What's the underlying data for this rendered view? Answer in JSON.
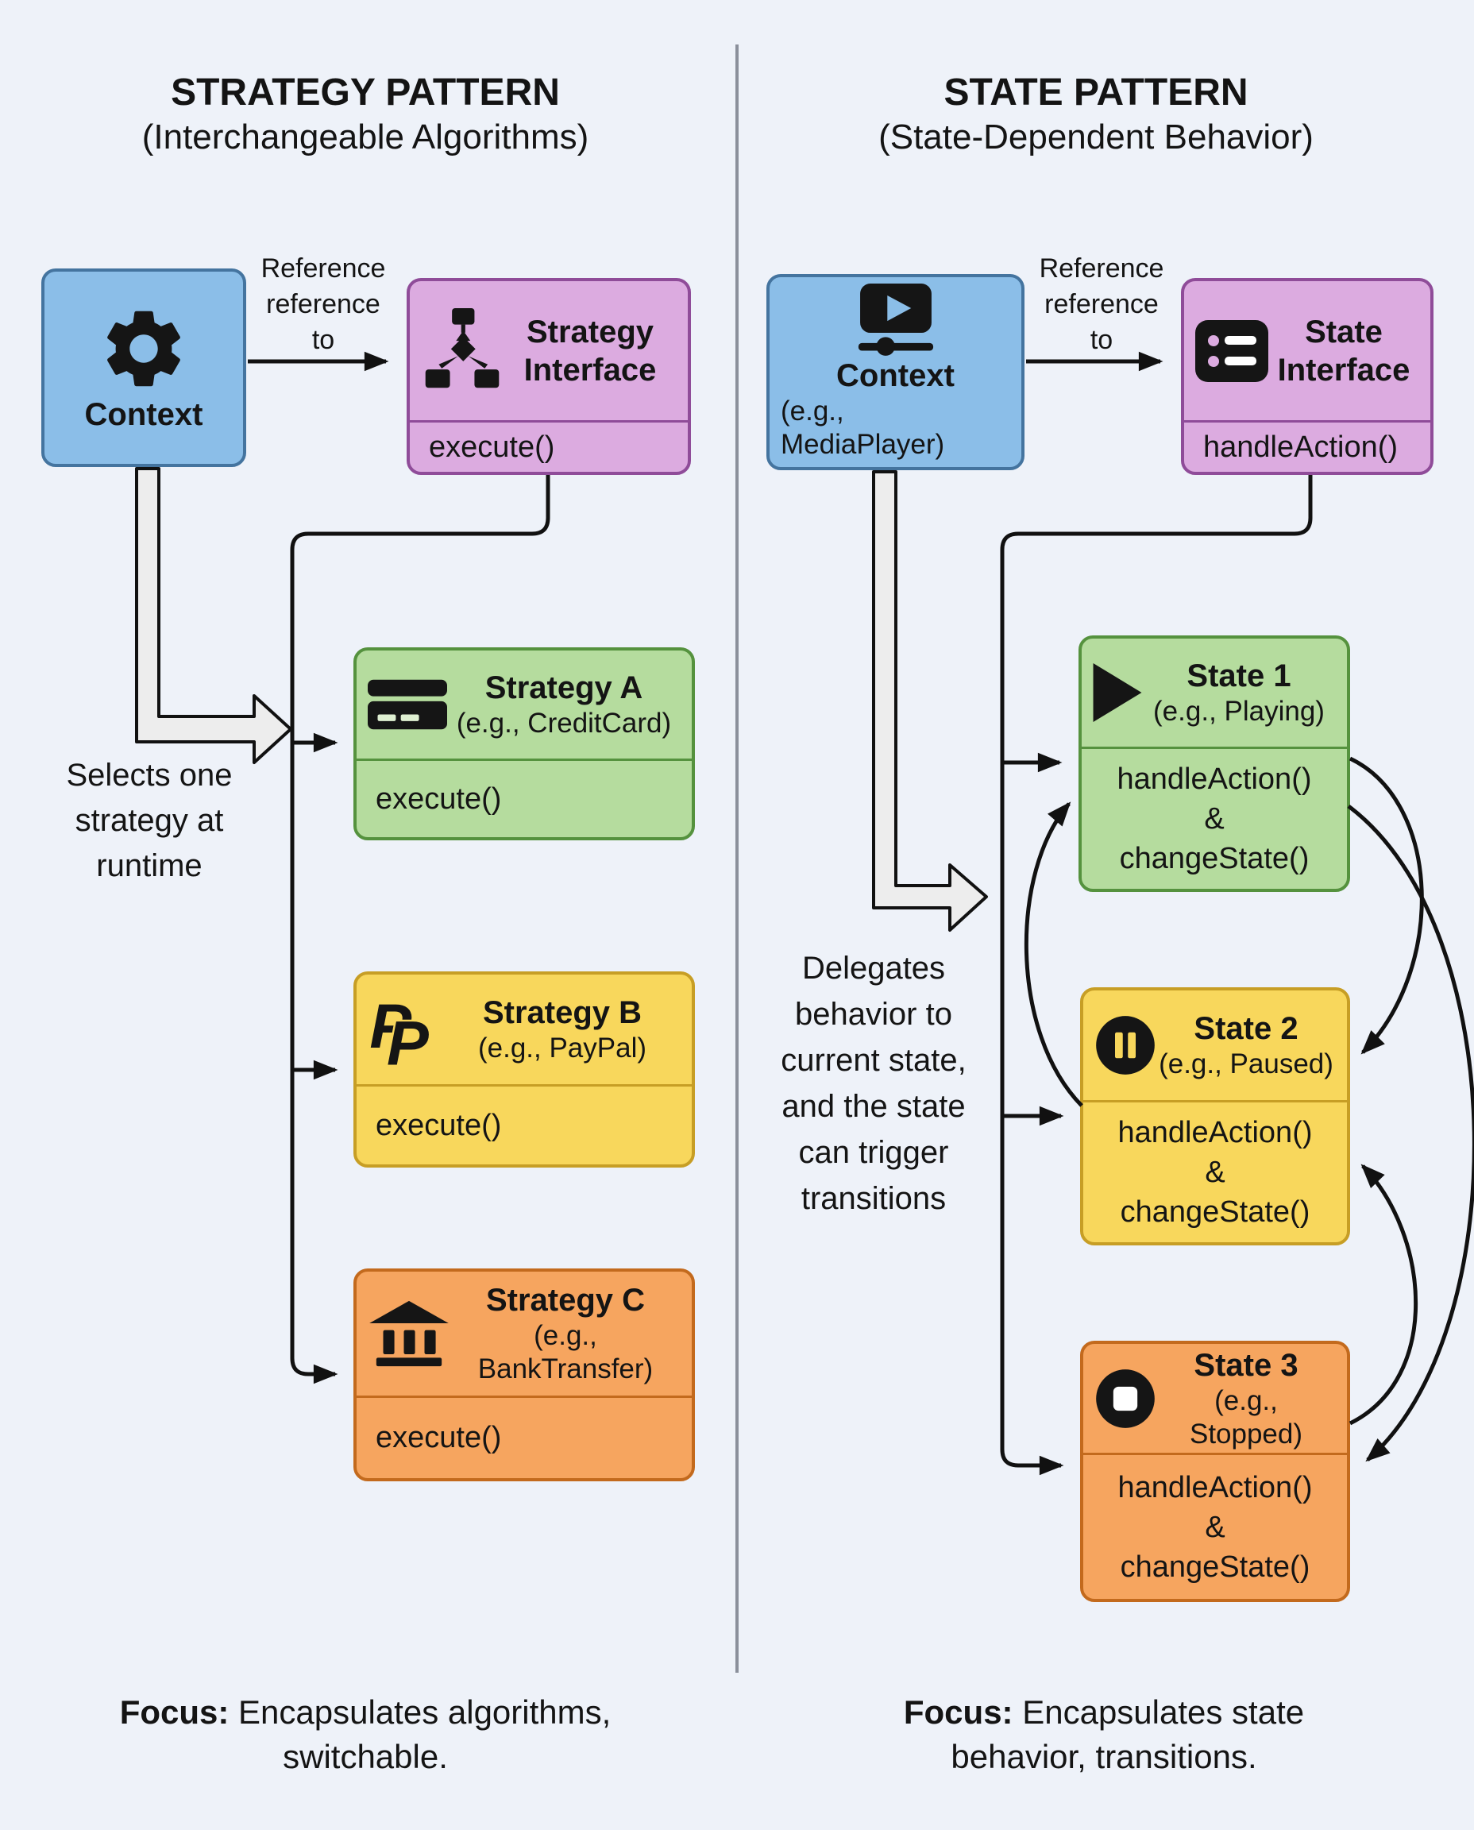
{
  "colors": {
    "background": "#EEF2F9",
    "context_fill": "#8BBEE8",
    "context_border": "#44749F",
    "interface_fill": "#DCABE0",
    "interface_border": "#8F4C99",
    "green_fill": "#B5DC9E",
    "green_border": "#55923E",
    "yellow_fill": "#F8D75C",
    "yellow_border": "#C79E25",
    "orange_fill": "#F6A55F",
    "orange_border": "#C36A1D",
    "connector": "#111111",
    "divider": "#8B909B",
    "hollow_arrow_fill": "#EDEDED"
  },
  "left": {
    "title": "STRATEGY PATTERN",
    "subtitle": "(Interchangeable Algorithms)",
    "context": {
      "label": "Context",
      "icon": "gear-icon"
    },
    "reference_label": {
      "line1": "Reference",
      "line2": "reference",
      "line3": "to"
    },
    "interface_box": {
      "title_line1": "Strategy",
      "title_line2": "Interface",
      "method": "execute()",
      "icon": "flowchart-icon"
    },
    "runtime_note": {
      "line1": "Selects one",
      "line2": "strategy at",
      "line3": "runtime"
    },
    "strategies": [
      {
        "name": "Strategy A",
        "example": "(e.g., CreditCard)",
        "method": "execute()",
        "icon": "credit-card-icon"
      },
      {
        "name": "Strategy B",
        "example": "(e.g., PayPal)",
        "method": "execute()",
        "icon": "paypal-icon"
      },
      {
        "name": "Strategy C",
        "example": "(e.g., BankTransfer)",
        "method": "execute()",
        "icon": "bank-icon"
      }
    ],
    "focus": {
      "label": "Focus:",
      "text": " Encapsulates algorithms, switchable."
    }
  },
  "right": {
    "title": "STATE PATTERN",
    "subtitle": "(State-Dependent Behavior)",
    "context": {
      "label": "Context",
      "example": "(e.g., MediaPlayer)",
      "icon": "media-player-icon"
    },
    "reference_label": {
      "line1": "Reference",
      "line2": "reference",
      "line3": "to"
    },
    "interface_box": {
      "title_line1": "State",
      "title_line2": "Interface",
      "method": "handleAction()",
      "icon": "list-icon"
    },
    "delegate_note": {
      "line1": "Delegates",
      "line2": "behavior to",
      "line3": "current state,",
      "line4": "and the state",
      "line5": "can trigger",
      "line6": "transitions"
    },
    "states": [
      {
        "name": "State 1",
        "example": "(e.g., Playing)",
        "method1": "handleAction()",
        "method2": "&",
        "method3": "changeState()",
        "icon": "play-icon"
      },
      {
        "name": "State 2",
        "example": "(e.g., Paused)",
        "method1": "handleAction()",
        "method2": "&",
        "method3": "changeState()",
        "icon": "pause-icon"
      },
      {
        "name": "State 3",
        "example": "(e.g., Stopped)",
        "method1": "handleAction()",
        "method2": "&",
        "method3": "changeState()",
        "icon": "stop-icon"
      }
    ],
    "focus": {
      "label": "Focus:",
      "text": " Encapsulates state behavior, transitions."
    }
  }
}
